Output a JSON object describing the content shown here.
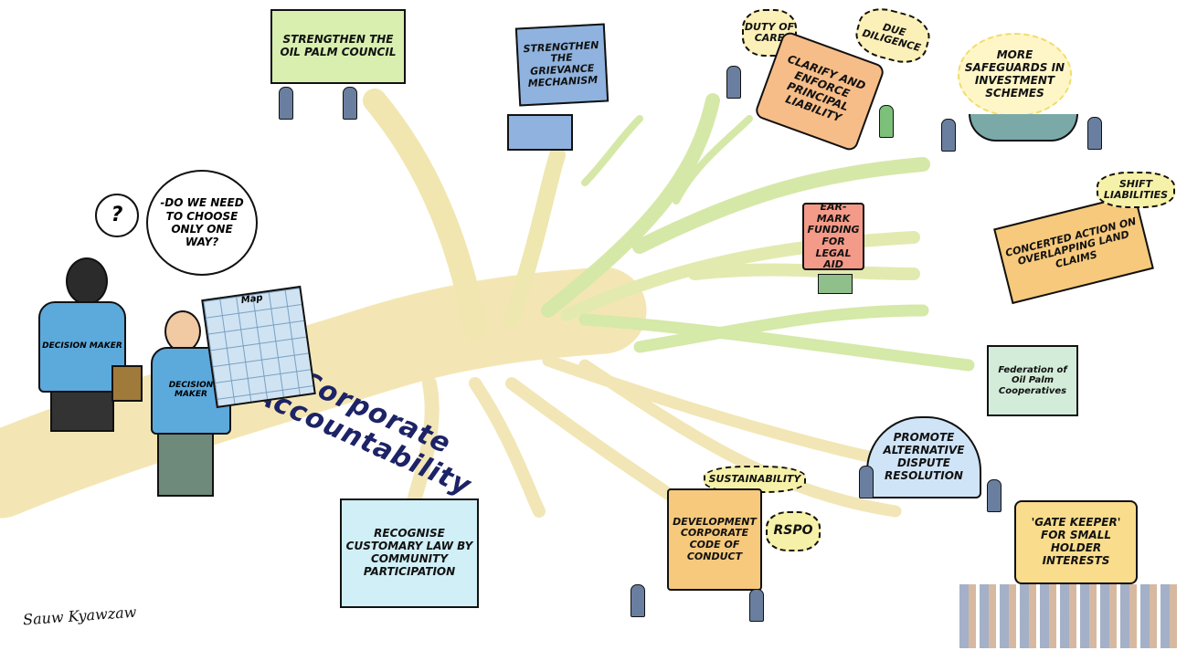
{
  "central_theme": {
    "line1": "Corporate",
    "line2": "Accountability"
  },
  "branches": [
    {
      "id": "oil-palm-council",
      "text": "Strengthen the Oil Palm Council",
      "color": "#d8efb0"
    },
    {
      "id": "grievance",
      "text": "Strengthen the Grievance Mechanism",
      "color": "#8fb3de"
    },
    {
      "id": "principal-liability",
      "text": "Clarify and Enforce Principal Liability",
      "color": "#f7bd88"
    },
    {
      "id": "safeguards",
      "text": "More Safeguards in Investment Schemes",
      "color": "#fff6c8"
    },
    {
      "id": "legal-aid",
      "text": "Ear-mark Funding for Legal Aid",
      "color": "#f39a88"
    },
    {
      "id": "land-claims",
      "text": "Concerted Action on Overlapping Land Claims",
      "color": "#f6c97c"
    },
    {
      "id": "cooperatives",
      "text": "Federation of Oil Palm Cooperatives",
      "color": "#d2ecd9"
    },
    {
      "id": "dispute-resolution",
      "text": "Promote Alternative Dispute Resolution",
      "color": "#cfe4f6"
    },
    {
      "id": "gate-keeper",
      "text": "'Gate Keeper' for Small Holder Interests",
      "color": "#f9dc8c"
    },
    {
      "id": "code-of-conduct",
      "text": "Development Corporate Code of Conduct",
      "color": "#f6c97c"
    },
    {
      "id": "customary-law",
      "text": "Recognise Customary Law by Community Participation",
      "color": "#d0eff6"
    }
  ],
  "bursts": {
    "duty_of_care": "Duty of Care",
    "due_diligence": "Due Diligence",
    "shift_liabilities": "Shift Liabilities",
    "sustainability": "Sustainability",
    "rspo": "RSPO"
  },
  "thoughts": {
    "question": "?",
    "speech": "-Do we need to choose only one way?"
  },
  "people": {
    "shirt1": "Decision Maker",
    "shirt2": "Decision Maker",
    "map": "Map"
  },
  "signature": "Sauw Kyawzaw",
  "colors": {
    "trunk": "#f4e6b4",
    "branch_green": "#c8e39a",
    "title": "#1c2366"
  }
}
